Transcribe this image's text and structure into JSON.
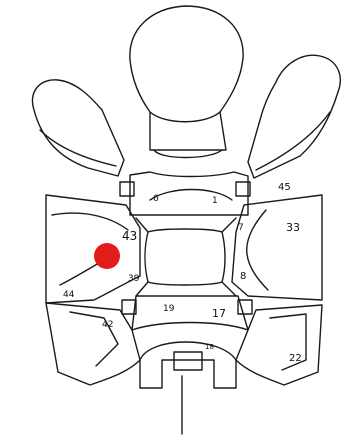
{
  "colors": {
    "ink": "#1a1a1a",
    "paper": "#ffffff",
    "marker": "#e21b1b"
  },
  "regions": [
    {
      "id": "r6",
      "label": "6"
    },
    {
      "id": "r1",
      "label": "1"
    },
    {
      "id": "r45",
      "label": "45"
    },
    {
      "id": "r43",
      "label": "43"
    },
    {
      "id": "r7",
      "label": "7"
    },
    {
      "id": "r33",
      "label": "33"
    },
    {
      "id": "r39",
      "label": "39"
    },
    {
      "id": "r8",
      "label": "8"
    },
    {
      "id": "r44",
      "label": "44"
    },
    {
      "id": "r19",
      "label": "19"
    },
    {
      "id": "r17",
      "label": "17"
    },
    {
      "id": "r42",
      "label": "42"
    },
    {
      "id": "r18",
      "label": "18"
    },
    {
      "id": "r22",
      "label": "22"
    }
  ],
  "marker": {
    "shape": "circle",
    "color_name": "red"
  }
}
